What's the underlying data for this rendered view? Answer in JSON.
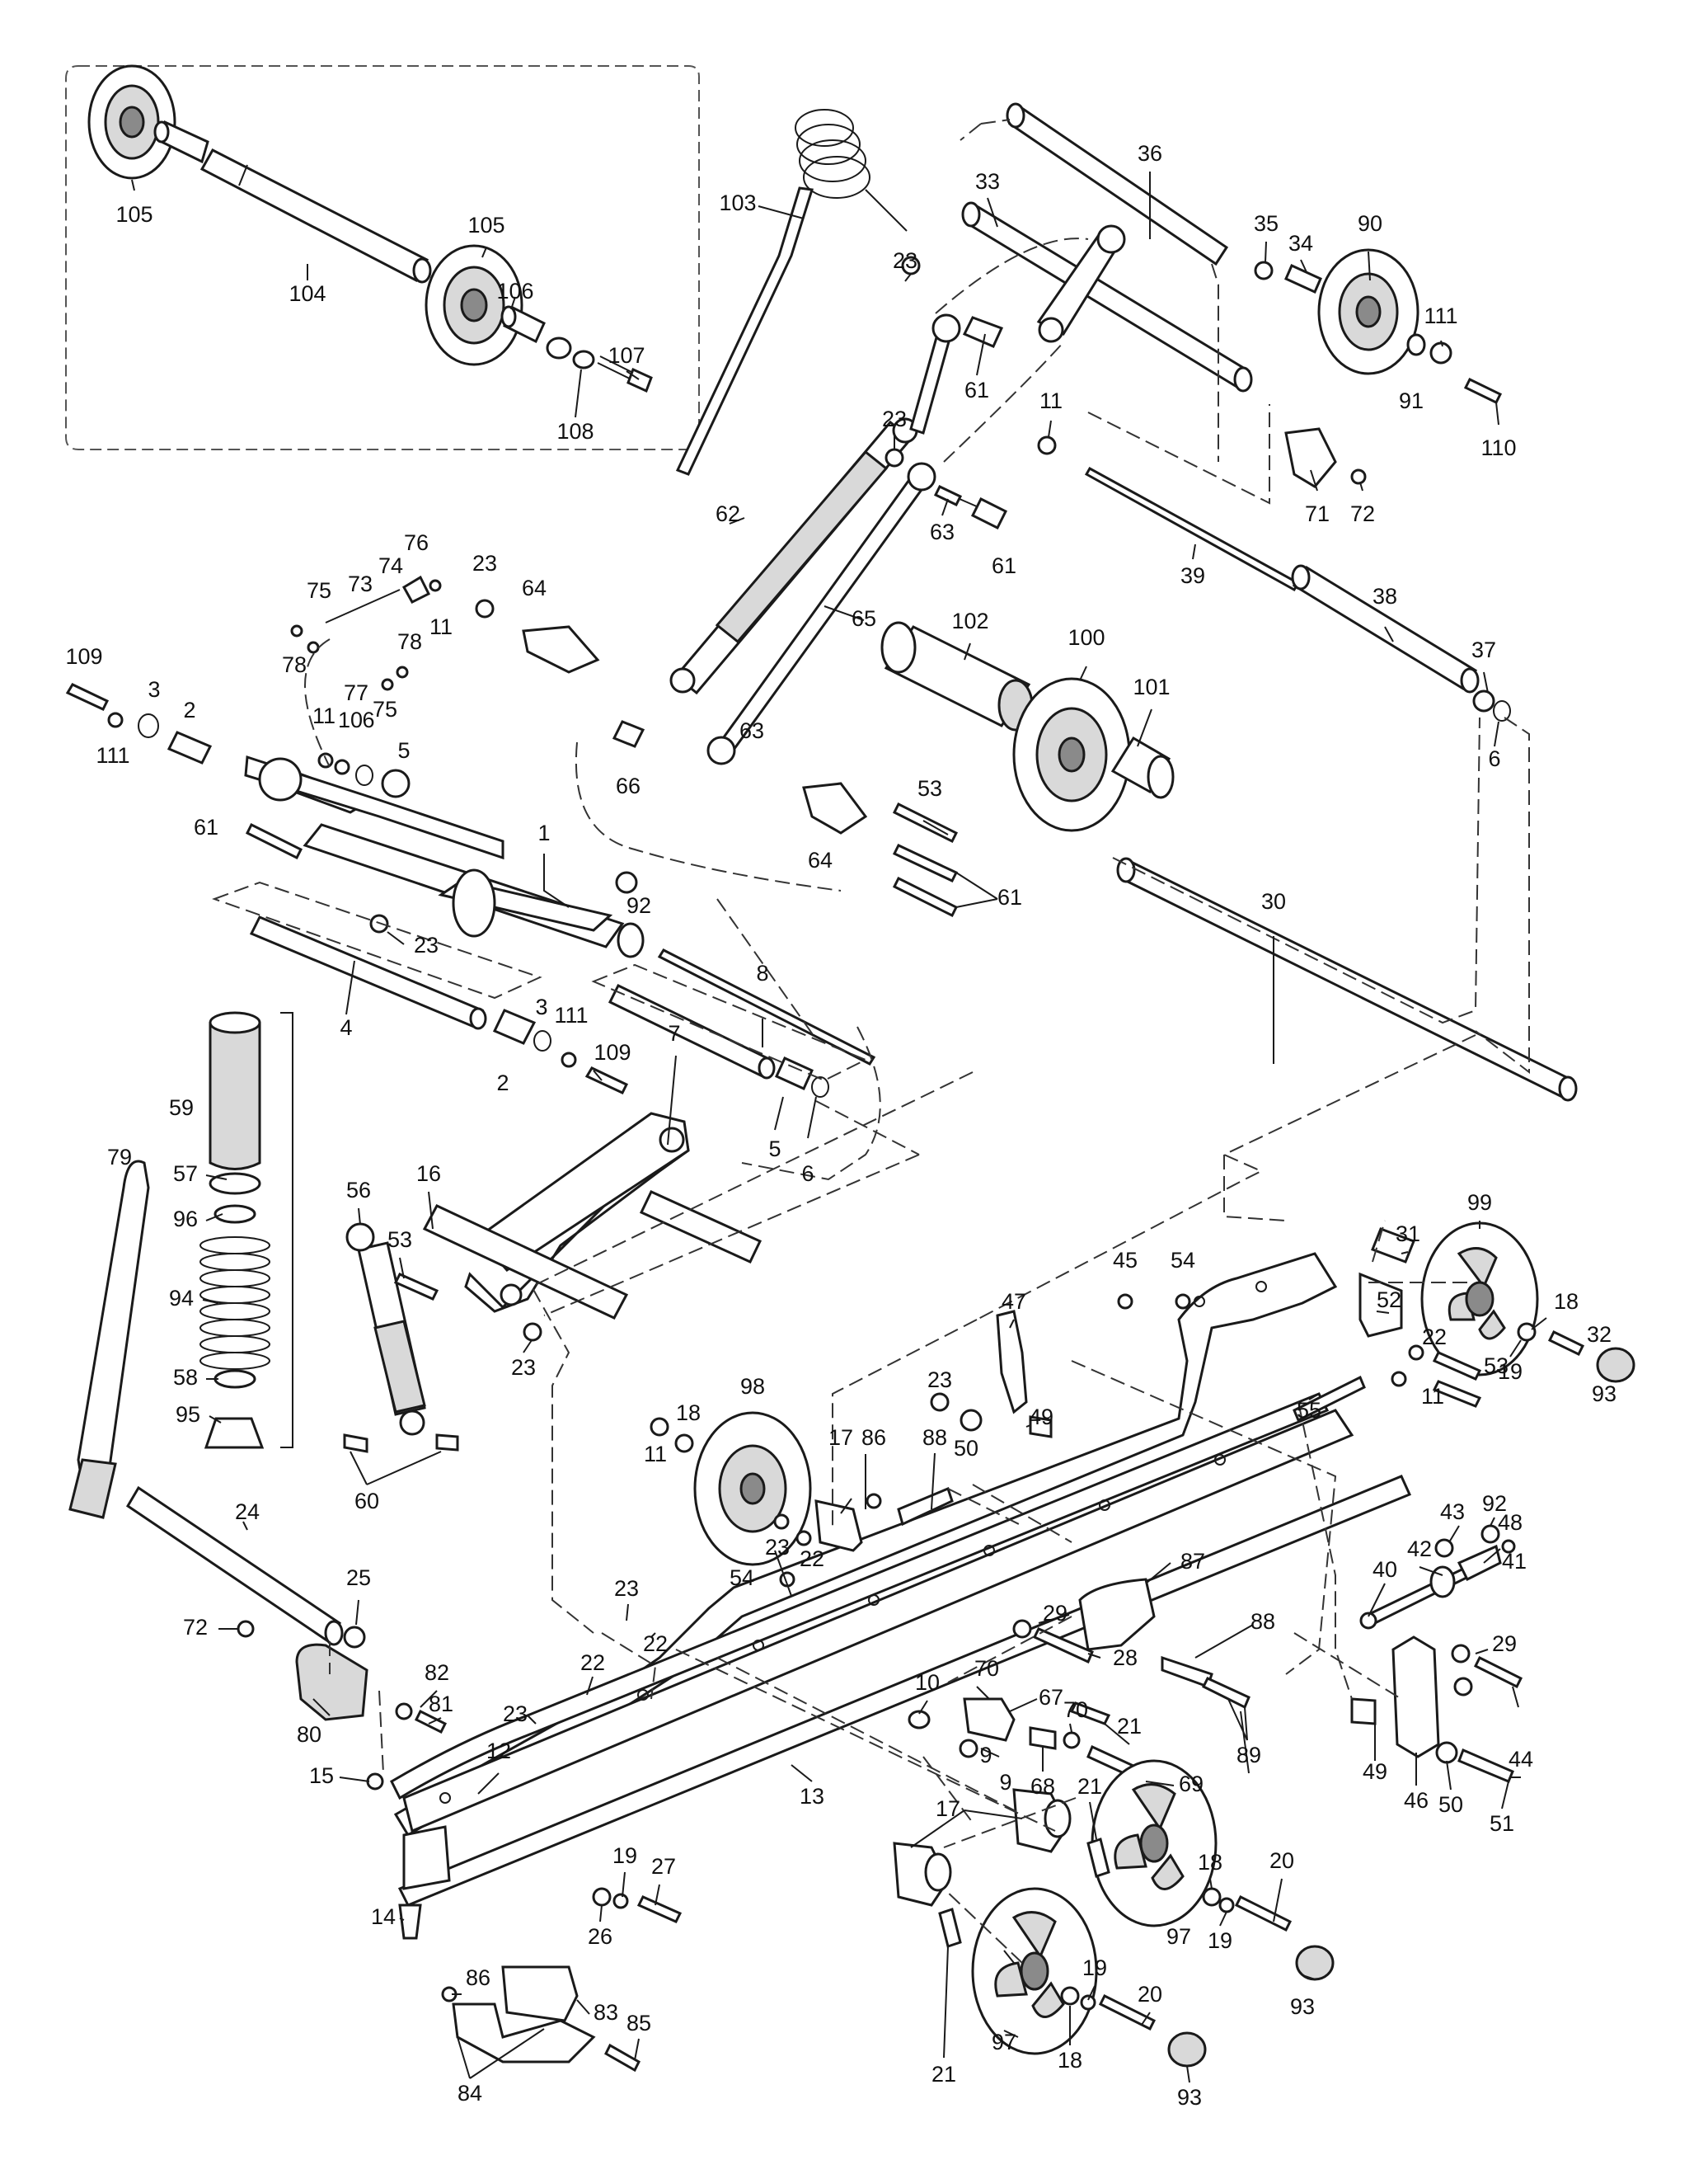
{
  "callouts": [
    {
      "id": "c105a",
      "text": "105"
    },
    {
      "id": "c104",
      "text": "104"
    },
    {
      "id": "c105b",
      "text": "105"
    },
    {
      "id": "c106",
      "text": "106"
    },
    {
      "id": "c107",
      "text": "107"
    },
    {
      "id": "c108",
      "text": "108"
    },
    {
      "id": "c103",
      "text": "103"
    },
    {
      "id": "c23a",
      "text": "23"
    },
    {
      "id": "c61a",
      "text": "61"
    },
    {
      "id": "c33",
      "text": "33"
    },
    {
      "id": "c36",
      "text": "36"
    },
    {
      "id": "c35",
      "text": "35"
    },
    {
      "id": "c34",
      "text": "34"
    },
    {
      "id": "c90",
      "text": "90"
    },
    {
      "id": "c111a",
      "text": "111"
    },
    {
      "id": "c91",
      "text": "91"
    },
    {
      "id": "c110",
      "text": "110"
    },
    {
      "id": "c11a",
      "text": "11"
    },
    {
      "id": "c23b",
      "text": "23"
    },
    {
      "id": "c63a",
      "text": "63"
    },
    {
      "id": "c61b",
      "text": "61"
    },
    {
      "id": "c62",
      "text": "62"
    },
    {
      "id": "c71",
      "text": "71"
    },
    {
      "id": "c72a",
      "text": "72"
    },
    {
      "id": "c39",
      "text": "39"
    },
    {
      "id": "c76",
      "text": "76"
    },
    {
      "id": "c75a",
      "text": "75"
    },
    {
      "id": "c73",
      "text": "73"
    },
    {
      "id": "c74",
      "text": "74"
    },
    {
      "id": "c23c",
      "text": "23"
    },
    {
      "id": "c64a",
      "text": "64"
    },
    {
      "id": "c65",
      "text": "65"
    },
    {
      "id": "c11b",
      "text": "11"
    },
    {
      "id": "c78a",
      "text": "78"
    },
    {
      "id": "c78b",
      "text": "78"
    },
    {
      "id": "c77",
      "text": "77"
    },
    {
      "id": "c75b",
      "text": "75"
    },
    {
      "id": "c102",
      "text": "102"
    },
    {
      "id": "c100",
      "text": "100"
    },
    {
      "id": "c38",
      "text": "38"
    },
    {
      "id": "c37",
      "text": "37"
    },
    {
      "id": "c109a",
      "text": "109"
    },
    {
      "id": "c3a",
      "text": "3"
    },
    {
      "id": "c2a",
      "text": "2"
    },
    {
      "id": "c111b",
      "text": "111"
    },
    {
      "id": "c11c",
      "text": "11"
    },
    {
      "id": "c10a",
      "text": "10"
    },
    {
      "id": "c6a",
      "text": "6"
    },
    {
      "id": "c5a",
      "text": "5"
    },
    {
      "id": "c66",
      "text": "66"
    },
    {
      "id": "c63b",
      "text": "63"
    },
    {
      "id": "c101",
      "text": "101"
    },
    {
      "id": "c6b",
      "text": "6"
    },
    {
      "id": "c53a",
      "text": "53"
    },
    {
      "id": "c64b",
      "text": "64"
    },
    {
      "id": "c61c",
      "text": "61"
    },
    {
      "id": "c1",
      "text": "1"
    },
    {
      "id": "c61d",
      "text": "61"
    },
    {
      "id": "c92a",
      "text": "92"
    },
    {
      "id": "c23d",
      "text": "23"
    },
    {
      "id": "c30",
      "text": "30"
    },
    {
      "id": "c8",
      "text": "8"
    },
    {
      "id": "c4",
      "text": "4"
    },
    {
      "id": "c3b",
      "text": "3"
    },
    {
      "id": "c111c",
      "text": "111"
    },
    {
      "id": "c7",
      "text": "7"
    },
    {
      "id": "c109b",
      "text": "109"
    },
    {
      "id": "c2b",
      "text": "2"
    },
    {
      "id": "c5b",
      "text": "5"
    },
    {
      "id": "c6c",
      "text": "6"
    },
    {
      "id": "c59",
      "text": "59"
    },
    {
      "id": "c79",
      "text": "79"
    },
    {
      "id": "c57",
      "text": "57"
    },
    {
      "id": "c96",
      "text": "96"
    },
    {
      "id": "c16",
      "text": "16"
    },
    {
      "id": "c56",
      "text": "56"
    },
    {
      "id": "c53b",
      "text": "53"
    },
    {
      "id": "c94",
      "text": "94"
    },
    {
      "id": "c23e",
      "text": "23"
    },
    {
      "id": "c58",
      "text": "58"
    },
    {
      "id": "c95",
      "text": "95"
    },
    {
      "id": "c60",
      "text": "60"
    },
    {
      "id": "c99",
      "text": "99"
    },
    {
      "id": "c31",
      "text": "31"
    },
    {
      "id": "c45",
      "text": "45"
    },
    {
      "id": "c54a",
      "text": "54"
    },
    {
      "id": "c47",
      "text": "47"
    },
    {
      "id": "c18a",
      "text": "18"
    },
    {
      "id": "c32",
      "text": "32"
    },
    {
      "id": "c19a",
      "text": "19"
    },
    {
      "id": "c93a",
      "text": "93"
    },
    {
      "id": "c23f",
      "text": "23"
    },
    {
      "id": "c98",
      "text": "98"
    },
    {
      "id": "c18b",
      "text": "18"
    },
    {
      "id": "c49a",
      "text": "49"
    },
    {
      "id": "c50a",
      "text": "50"
    },
    {
      "id": "c52",
      "text": "52"
    },
    {
      "id": "c22a",
      "text": "22"
    },
    {
      "id": "c53c",
      "text": "53"
    },
    {
      "id": "c11d",
      "text": "11"
    },
    {
      "id": "c11e",
      "text": "11"
    },
    {
      "id": "c17a",
      "text": "17"
    },
    {
      "id": "c86a",
      "text": "86"
    },
    {
      "id": "c88a",
      "text": "88"
    },
    {
      "id": "c55",
      "text": "55"
    },
    {
      "id": "c43",
      "text": "43"
    },
    {
      "id": "c92b",
      "text": "92"
    },
    {
      "id": "c48",
      "text": "48"
    },
    {
      "id": "c42",
      "text": "42"
    },
    {
      "id": "c41",
      "text": "41"
    },
    {
      "id": "c40",
      "text": "40"
    },
    {
      "id": "c23g",
      "text": "23"
    },
    {
      "id": "c22b",
      "text": "22"
    },
    {
      "id": "c54b",
      "text": "54"
    },
    {
      "id": "c87",
      "text": "87"
    },
    {
      "id": "c29a",
      "text": "29"
    },
    {
      "id": "c24",
      "text": "24"
    },
    {
      "id": "c25",
      "text": "25"
    },
    {
      "id": "c72b",
      "text": "72"
    },
    {
      "id": "c28",
      "text": "28"
    },
    {
      "id": "c88b",
      "text": "88"
    },
    {
      "id": "c29b",
      "text": "29"
    },
    {
      "id": "c23h",
      "text": "23"
    },
    {
      "id": "c22c",
      "text": "22"
    },
    {
      "id": "c82",
      "text": "82"
    },
    {
      "id": "c81",
      "text": "81"
    },
    {
      "id": "c80",
      "text": "80"
    },
    {
      "id": "c22d",
      "text": "22"
    },
    {
      "id": "c23i",
      "text": "23"
    },
    {
      "id": "c12",
      "text": "12"
    },
    {
      "id": "c10b",
      "text": "10"
    },
    {
      "id": "c70a",
      "text": "70"
    },
    {
      "id": "c67",
      "text": "67"
    },
    {
      "id": "c70b",
      "text": "70"
    },
    {
      "id": "c21a",
      "text": "21"
    },
    {
      "id": "c89",
      "text": "89"
    },
    {
      "id": "c44",
      "text": "44"
    },
    {
      "id": "c9a",
      "text": "9"
    },
    {
      "id": "c49b",
      "text": "49"
    },
    {
      "id": "c9b",
      "text": "9"
    },
    {
      "id": "c13",
      "text": "13"
    },
    {
      "id": "c68",
      "text": "68"
    },
    {
      "id": "c69",
      "text": "69"
    },
    {
      "id": "c46",
      "text": "46"
    },
    {
      "id": "c50b",
      "text": "50"
    },
    {
      "id": "c51",
      "text": "51"
    },
    {
      "id": "c15",
      "text": "15"
    },
    {
      "id": "c17b",
      "text": "17"
    },
    {
      "id": "c21b",
      "text": "21"
    },
    {
      "id": "c19b",
      "text": "19"
    },
    {
      "id": "c27",
      "text": "27"
    },
    {
      "id": "c26",
      "text": "26"
    },
    {
      "id": "c18c",
      "text": "18"
    },
    {
      "id": "c20a",
      "text": "20"
    },
    {
      "id": "c14",
      "text": "14"
    },
    {
      "id": "c19c",
      "text": "19"
    },
    {
      "id": "c97a",
      "text": "97"
    },
    {
      "id": "c86b",
      "text": "86"
    },
    {
      "id": "c83",
      "text": "83"
    },
    {
      "id": "c19d",
      "text": "19"
    },
    {
      "id": "c20b",
      "text": "20"
    },
    {
      "id": "c93b",
      "text": "93"
    },
    {
      "id": "c85",
      "text": "85"
    },
    {
      "id": "c21c",
      "text": "21"
    },
    {
      "id": "c18d",
      "text": "18"
    },
    {
      "id": "c97b",
      "text": "97"
    },
    {
      "id": "c84",
      "text": "84"
    },
    {
      "id": "c93c",
      "text": "93"
    }
  ]
}
